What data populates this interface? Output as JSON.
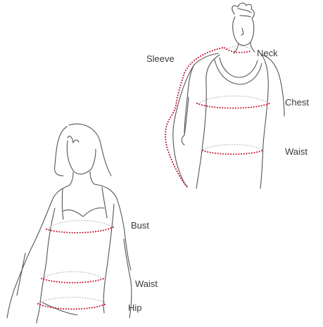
{
  "colors": {
    "background": "#ffffff",
    "sketch_line": "#555555",
    "measure_front": "#c8102e",
    "measure_back": "#b9b9b9",
    "label_text": "#3a3a3a"
  },
  "male_figure": {
    "labels": {
      "sleeve": "Sleeve",
      "neck": "Neck",
      "chest": "Chest",
      "waist": "Waist"
    }
  },
  "female_figure": {
    "labels": {
      "bust": "Bust",
      "waist": "Waist",
      "hip": "Hip"
    }
  }
}
